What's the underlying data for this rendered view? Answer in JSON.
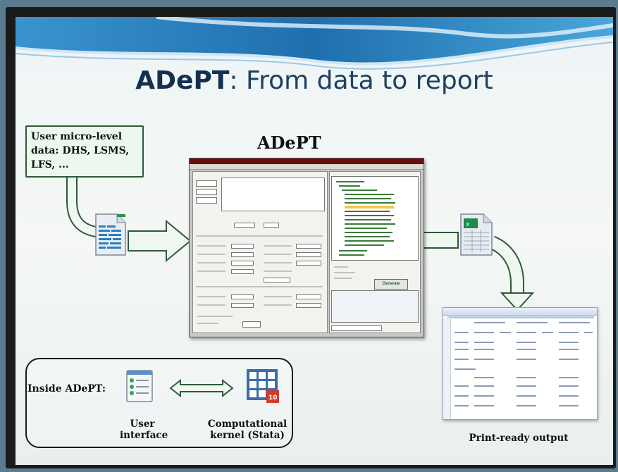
{
  "slide": {
    "title_bold": "ADePT",
    "title_rest": ": From data to report",
    "input_box": {
      "text": "User micro-level data: DHS, LSMS, LFS, ..."
    },
    "app_label": "ADePT",
    "app_window": {
      "generate_button": "Generate"
    },
    "inside": {
      "label": "Inside ADePT:",
      "user_interface": "User interface",
      "kernel": "Computational kernel (Stata)"
    },
    "output_label": "Print-ready output"
  },
  "icons": [
    "data-file-icon",
    "spreadsheet-icon",
    "user-interface-icon",
    "stata-kernel-icon",
    "double-arrow-icon"
  ],
  "colors": {
    "title": "#1f4060",
    "arrow_fill": "#eef7f0",
    "arrow_stroke": "#2f5a38",
    "swoosh": "#1f6fae"
  }
}
